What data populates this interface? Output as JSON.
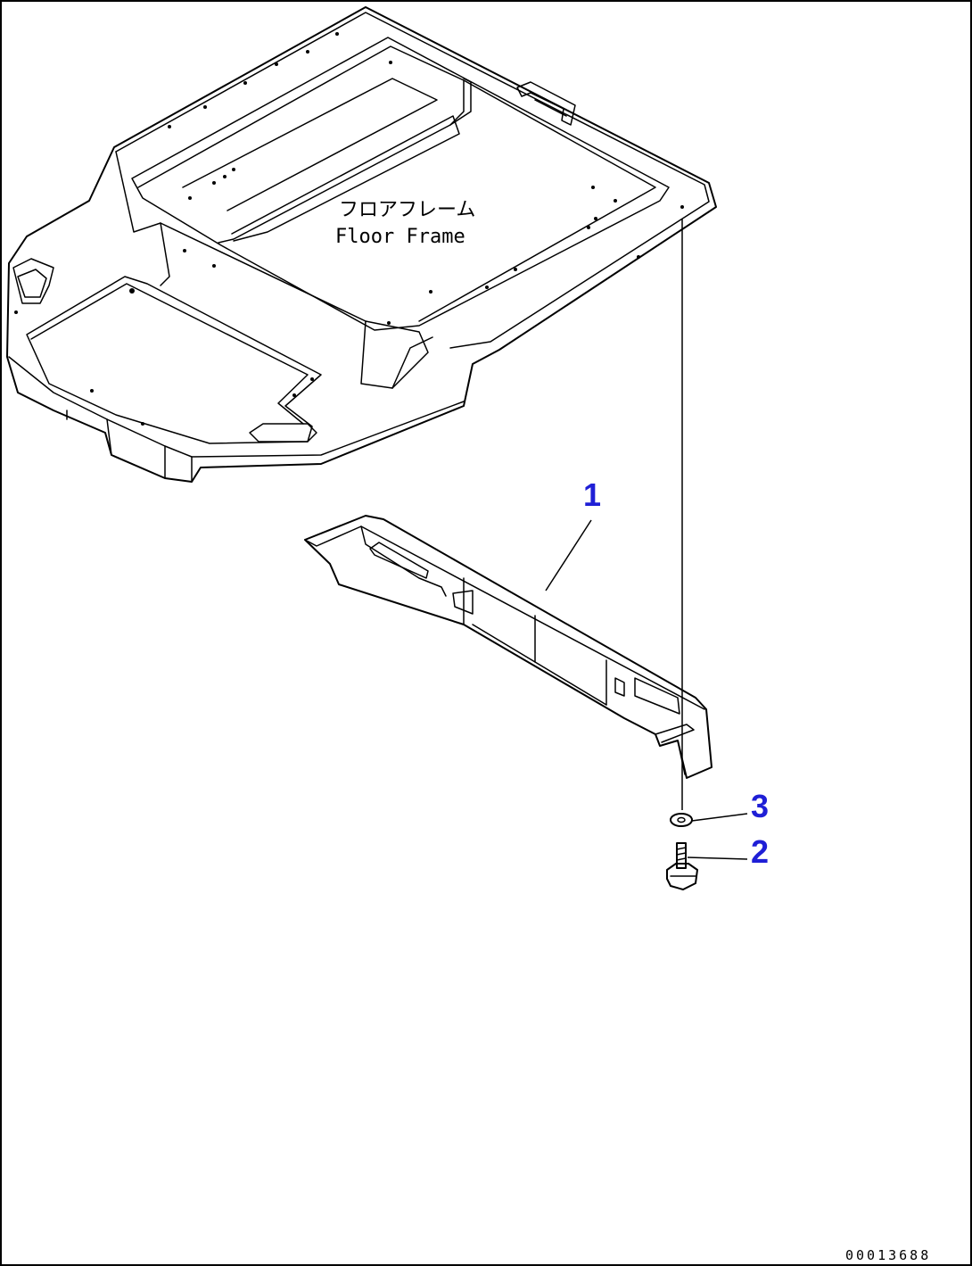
{
  "floor_frame": {
    "label_jp": "フロアフレーム",
    "label_en": "Floor Frame"
  },
  "callouts": [
    {
      "number": "1",
      "part": "bracket"
    },
    {
      "number": "2",
      "part": "bolt"
    },
    {
      "number": "3",
      "part": "washer"
    }
  ],
  "drawing_number": "00013688",
  "colors": {
    "callout": "#1f1fd6",
    "line": "#000000",
    "background": "#ffffff"
  }
}
